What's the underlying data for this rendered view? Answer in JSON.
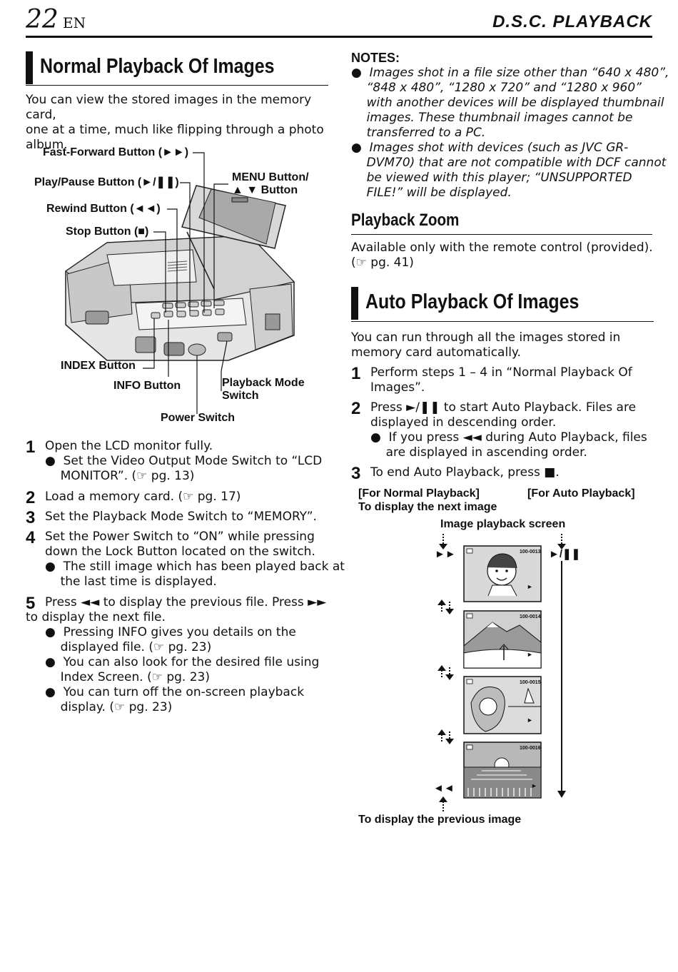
{
  "header": {
    "page_number": "22",
    "language": "EN",
    "section_title": "D.S.C. PLAYBACK"
  },
  "normal": {
    "title": "Normal Playback Of Images",
    "intro_lines": [
      "You can view the stored images in the memory card,",
      "one at a time, much like flipping through a photo",
      "album."
    ],
    "labels": {
      "ff": "Fast-Forward Button (►►)",
      "play": "Play/Pause Button (►/❚❚)",
      "rewind": "Rewind Button (◄◄)",
      "stop": "Stop Button (■)",
      "menu_1": "MENU Button/",
      "menu_2": "▲ ▼ Button",
      "index": "INDEX Button",
      "info": "INFO Button",
      "mode_1": "Playback Mode",
      "mode_2": "Switch",
      "power": "Power Switch"
    },
    "steps": [
      {
        "num": "1",
        "lines": [
          "Open the LCD monitor fully."
        ]
      },
      {
        "num": "",
        "lines": [
          "●  Set the Video Output Mode Switch to “LCD",
          "    MONITOR”. (☞ pg. 13)"
        ]
      },
      {
        "num": "2",
        "lines": [
          "Load a memory card. (☞ pg. 17)"
        ]
      },
      {
        "num": "3",
        "lines": [
          "Set the Playback Mode Switch to “MEMORY”."
        ]
      },
      {
        "num": "4",
        "lines": [
          "Set the Power Switch to “ON” while pressing",
          "down the Lock Button located on the switch."
        ]
      },
      {
        "num": "",
        "lines": [
          "●  The still image which has been played back at",
          "    the last time is displayed."
        ]
      },
      {
        "num": "5",
        "lines": [
          "Press ◄◄ to display the previous file. Press ►►",
          "to display the next file."
        ]
      },
      {
        "num": "",
        "lines": [
          "●  Pressing INFO gives you details on the",
          "    displayed file. (☞ pg. 23)"
        ]
      },
      {
        "num": "",
        "lines": [
          "●  You can also look for the desired file using",
          "    Index Screen. (☞ pg. 23)"
        ]
      },
      {
        "num": "",
        "lines": [
          "●  You can turn off the on-screen playback",
          "    display. (☞ pg. 23)"
        ]
      }
    ]
  },
  "notes": {
    "title": "NOTES:",
    "items": [
      [
        "●  Images shot in a file size other than “640 x 480”,",
        "    “848 x 480”, “1280 x 720” and “1280 x 960”",
        "    with another devices will be displayed thumbnail",
        "    images. These thumbnail images cannot be",
        "    transferred to a PC."
      ],
      [
        "●  Images shot with devices (such as JVC GR-",
        "    DVM70) that are not compatible with DCF cannot",
        "    be viewed with this player; “UNSUPPORTED",
        "    FILE!” will be displayed."
      ]
    ]
  },
  "zoom": {
    "title": "Playback Zoom",
    "lines": [
      "Available only with the remote control (provided).",
      "(☞ pg. 41)"
    ]
  },
  "auto": {
    "title": "Auto Playback Of Images",
    "intro_lines": [
      "You can run through all the images stored in",
      "memory card automatically."
    ],
    "steps": [
      {
        "num": "1",
        "lines": [
          "Perform steps 1 – 4 in “Normal Playback Of",
          "Images”."
        ]
      },
      {
        "num": "2",
        "lines": [
          "Press ►/❚❚ to start Auto Playback. Files are",
          "displayed in descending order.",
          "●  If you press ◄◄ during Auto Playback, files",
          "    are displayed in ascending order."
        ]
      },
      {
        "num": "3",
        "lines": [
          "To end Auto Playback, press ■."
        ]
      }
    ],
    "diagram": {
      "for_normal": "[For Normal Playback]",
      "for_auto": "[For Auto Playback]",
      "next_label": "To display the next image",
      "screen_label": "Image playback screen",
      "prev_label": "To display the previous image",
      "ff_symbol": "►►",
      "play_symbol": "►/❚❚",
      "rew_symbol": "◄◄",
      "frames": [
        "100-0013",
        "100-0014",
        "100-0015",
        "100-0016"
      ]
    }
  }
}
